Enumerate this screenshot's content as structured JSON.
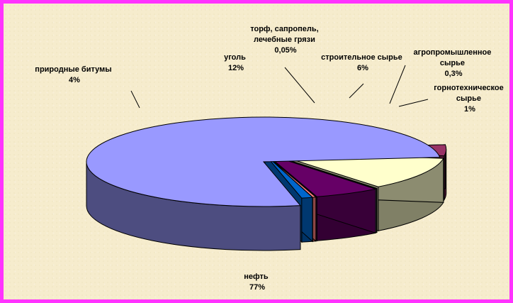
{
  "chart_data": {
    "type": "pie",
    "title": "",
    "slices": [
      {
        "label": "нефть",
        "pct_text": "77%",
        "value": 77,
        "color": "#9999ff"
      },
      {
        "label": "природные битумы",
        "pct_text": "4%",
        "value": 4,
        "color": "#993366"
      },
      {
        "label": "уголь",
        "pct_text": "12%",
        "value": 12,
        "color": "#ffffcc"
      },
      {
        "label": "торф, сапропель, лечебные грязи",
        "pct_text": "0,05%",
        "value": 0.05,
        "color": "#ccffff"
      },
      {
        "label": "строительное сырье",
        "pct_text": "6%",
        "value": 6,
        "color": "#660066"
      },
      {
        "label": "агропромышленное сырье",
        "pct_text": "0,3%",
        "value": 0.3,
        "color": "#ff8080"
      },
      {
        "label": "горнотехническое сырье",
        "pct_text": "1%",
        "value": 1,
        "color": "#0066cc"
      }
    ],
    "label_lines": {
      "neft": [
        "нефть",
        "77%"
      ],
      "bitumy": [
        "природные битумы",
        "4%"
      ],
      "ugol": [
        "уголь",
        "12%"
      ],
      "torf": [
        "торф, сапропель,",
        "лечебные грязи",
        "0,05%"
      ],
      "stroit": [
        "строительное сырье",
        "6%"
      ],
      "agro": [
        "агропромышленное",
        "сырье",
        "0,3%"
      ],
      "gorno": [
        "горнотехническое",
        "сырье",
        "1%"
      ]
    }
  }
}
